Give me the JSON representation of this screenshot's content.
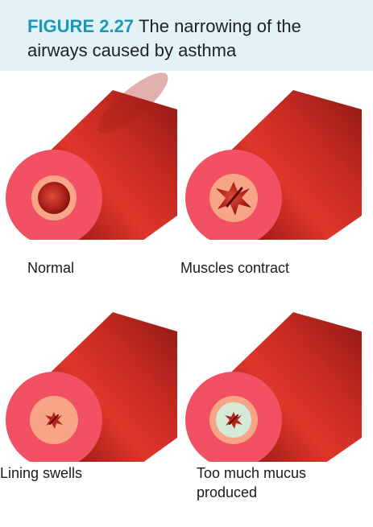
{
  "caption": {
    "figure_label": "FIGURE 2.27",
    "text": "The narrowing of the airways caused by asthma"
  },
  "colors": {
    "caption_background": "#e3f2f6",
    "figure_label": "#1a9ab9",
    "outer_wall": "#f25063",
    "tube_body": "#c42a22",
    "lining": "#f7a487",
    "lumen": "#b8241c",
    "mucus": "#d5ead6"
  },
  "panels": [
    {
      "label": "Normal",
      "icon": "normal-airway-icon"
    },
    {
      "label": "Muscles contract",
      "icon": "contracted-airway-icon"
    },
    {
      "label": "Lining swells",
      "icon": "swollen-lining-airway-icon"
    },
    {
      "label": "Too much mucus produced",
      "icon": "mucus-airway-icon"
    }
  ]
}
